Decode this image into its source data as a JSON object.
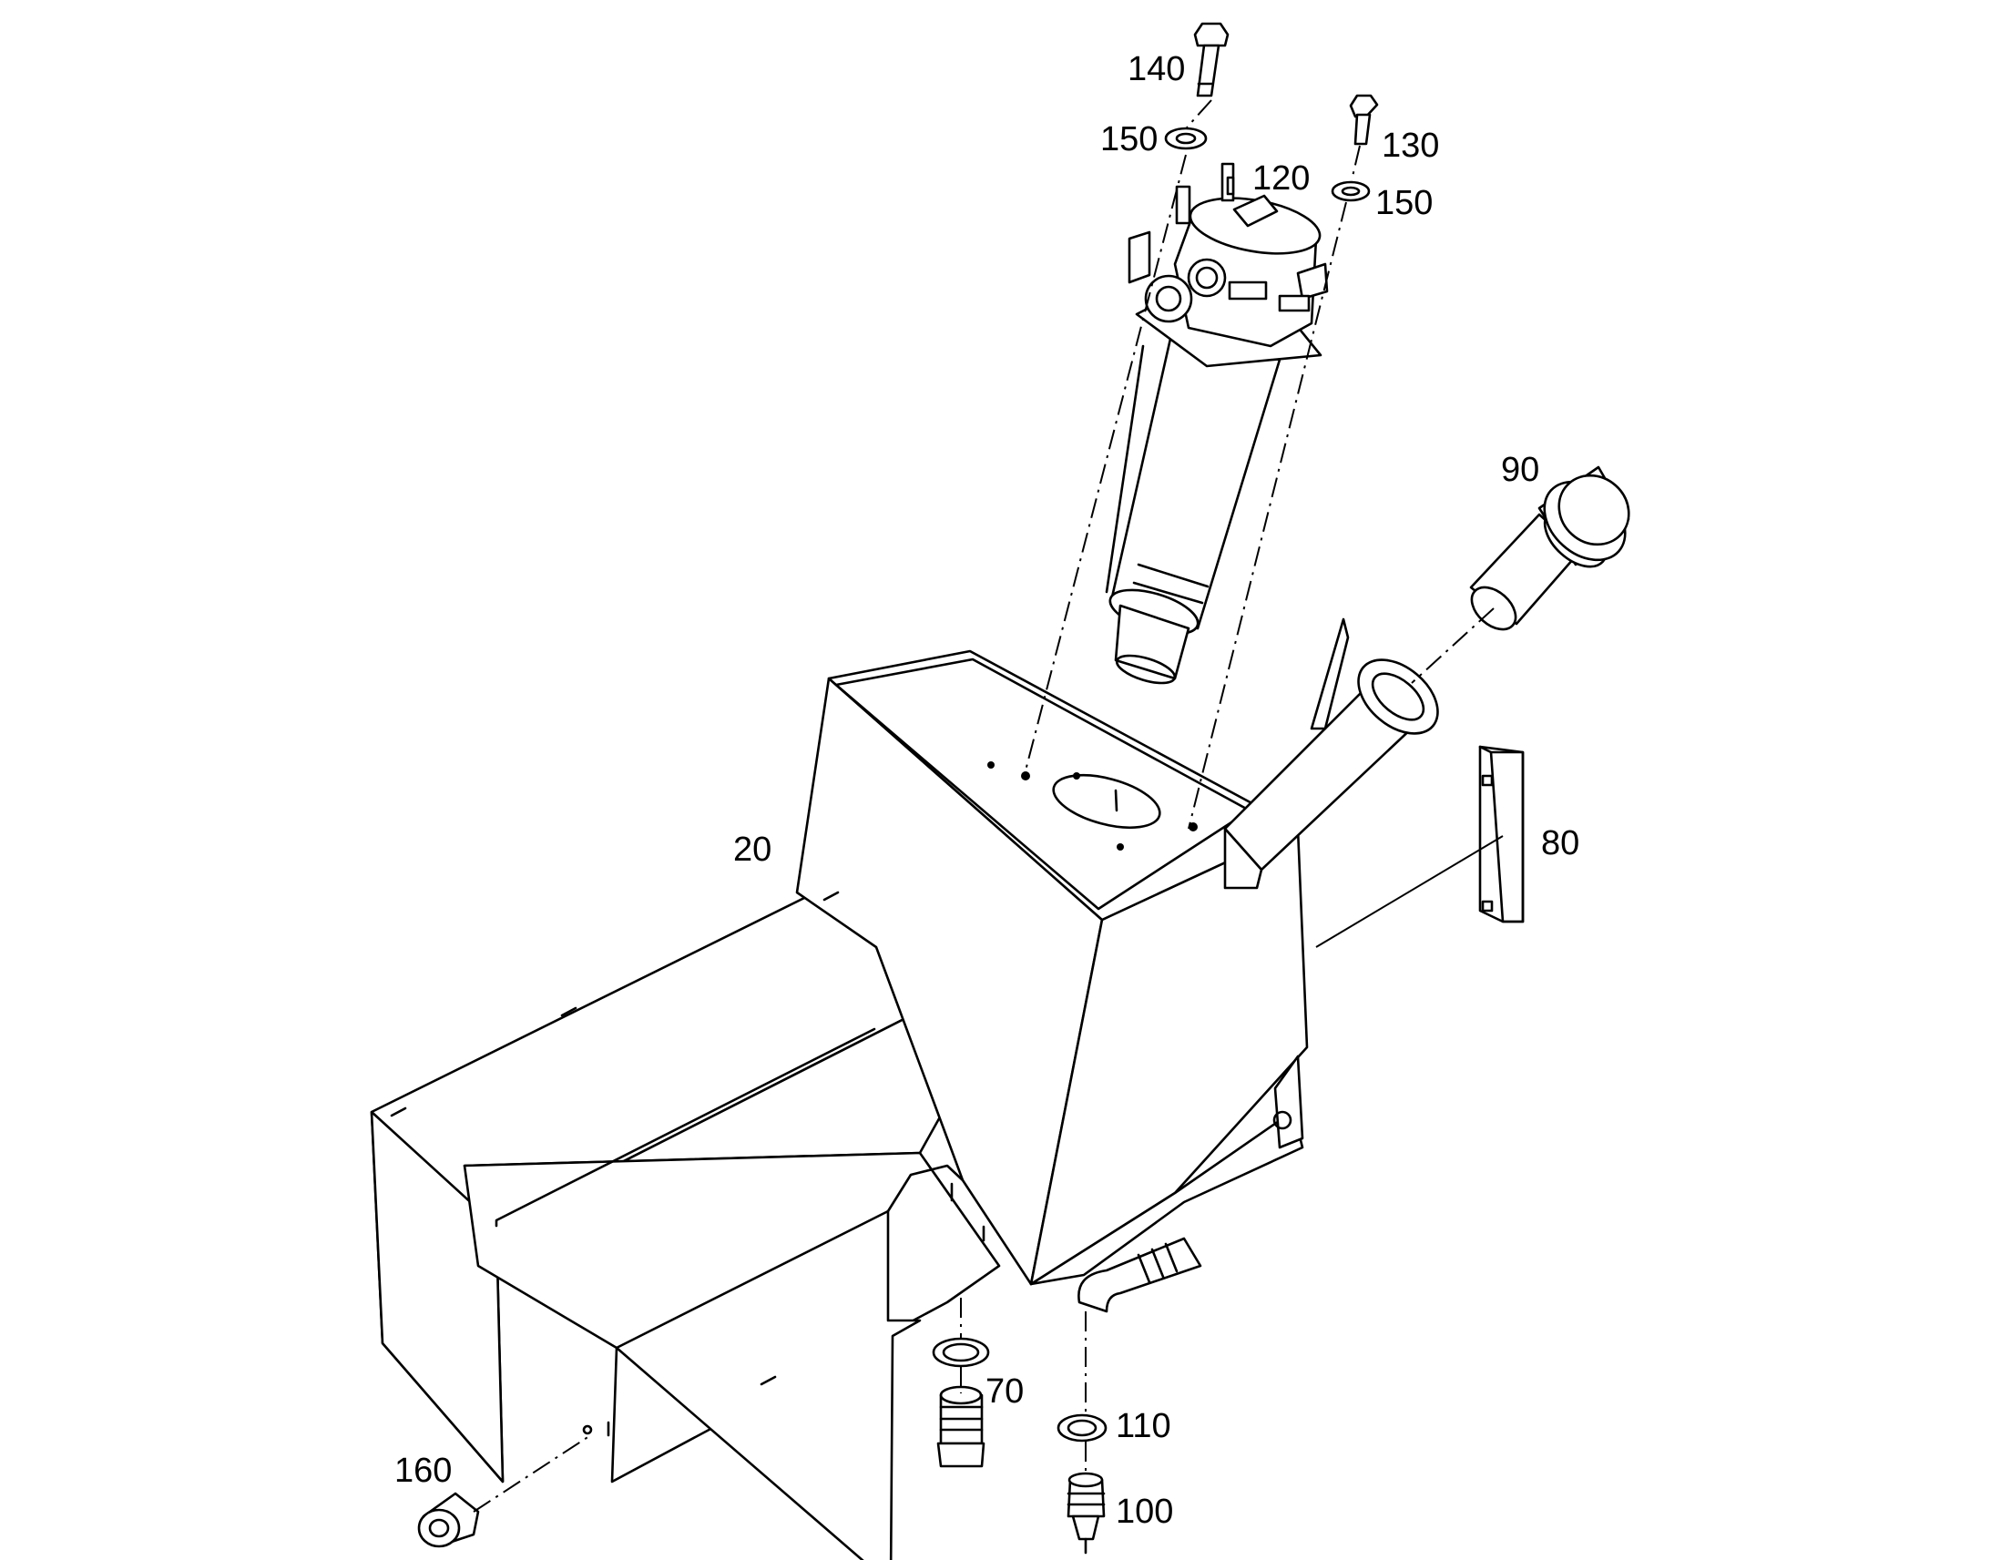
{
  "callouts": {
    "c20": "20",
    "c70": "70",
    "c80": "80",
    "c90": "90",
    "c100": "100",
    "c110": "110",
    "c120": "120",
    "c130": "130",
    "c140": "140",
    "c150a": "150",
    "c150b": "150",
    "c160": "160"
  },
  "colors": {
    "line": "#000000",
    "background": "#ffffff"
  }
}
